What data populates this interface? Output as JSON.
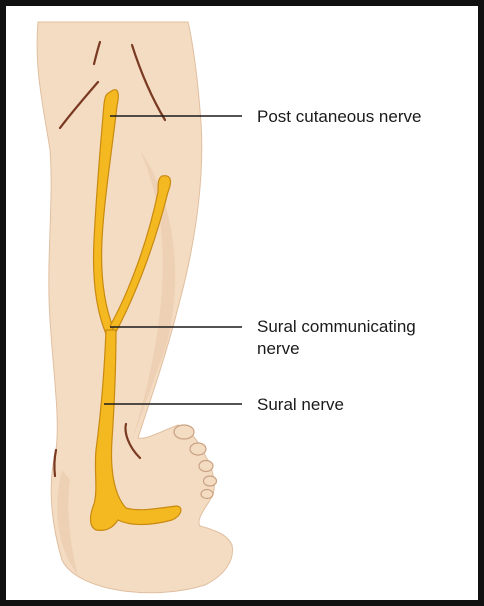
{
  "labels": {
    "post_cutaneous": "Post cutaneous nerve",
    "sural_communicating_line1": "Sural communicating",
    "sural_communicating_line2": "nerve",
    "sural": "Sural nerve"
  },
  "colors": {
    "skin": "#f4dcc3",
    "skin_shadow": "#e8c7a8",
    "outline": "#7a3a22",
    "nerve": "#f4b820",
    "nerve_outline": "#c88a10",
    "leader_line": "#1a1a1a",
    "frame": "#111111"
  }
}
